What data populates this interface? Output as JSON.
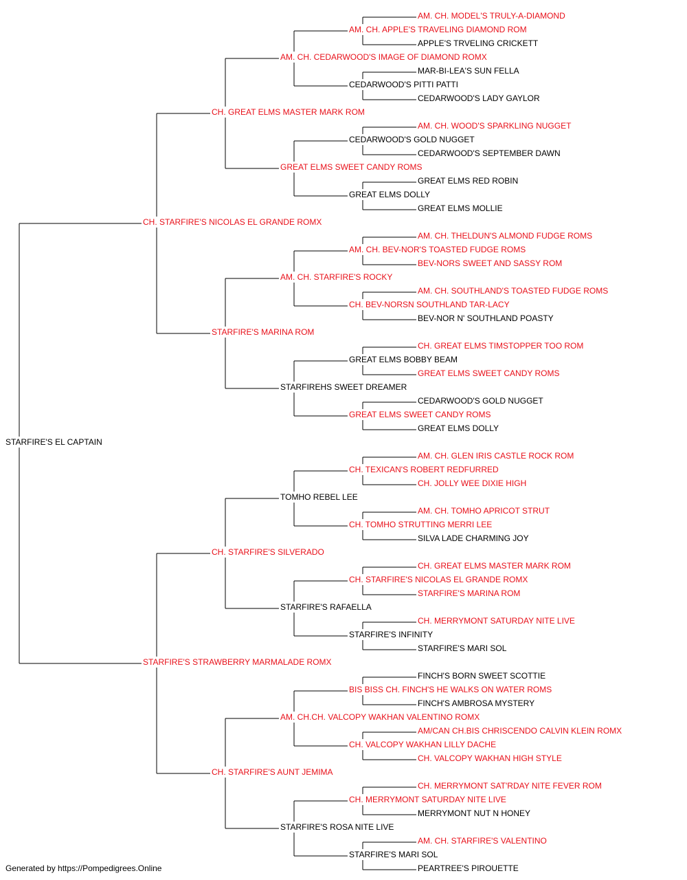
{
  "colors": {
    "titled": "#e8101a",
    "normal": "#000000",
    "line": "#000000",
    "background": "#ffffff"
  },
  "footer": "Generated by https://Pompedigrees.Online",
  "pedigree": {
    "name": "STARFIRE'S EL CAPTAIN",
    "titled": false,
    "sire": {
      "name": "CH. STARFIRE'S NICOLAS EL GRANDE ROMX",
      "titled": true,
      "sire": {
        "name": "CH. GREAT ELMS MASTER MARK ROM",
        "titled": true,
        "sire": {
          "name": "AM. CH. CEDARWOOD'S IMAGE OF DIAMOND ROMX",
          "titled": true,
          "sire": {
            "name": "AM. CH. APPLE'S TRAVELING DIAMOND ROM",
            "titled": true,
            "sire": {
              "name": "AM. CH. MODEL'S TRULY-A-DIAMOND",
              "titled": true
            },
            "dam": {
              "name": "APPLE'S TRVELING CRICKETT",
              "titled": false
            }
          },
          "dam": {
            "name": "CEDARWOOD'S PITTI PATTI",
            "titled": false,
            "sire": {
              "name": "MAR-BI-LEA'S SUN FELLA",
              "titled": false
            },
            "dam": {
              "name": "CEDARWOOD'S LADY GAYLOR",
              "titled": false
            }
          }
        },
        "dam": {
          "name": "GREAT ELMS SWEET CANDY ROMS",
          "titled": true,
          "sire": {
            "name": "CEDARWOOD'S GOLD NUGGET",
            "titled": false,
            "sire": {
              "name": "AM. CH. WOOD'S SPARKLING NUGGET",
              "titled": true
            },
            "dam": {
              "name": "CEDARWOOD'S SEPTEMBER DAWN",
              "titled": false
            }
          },
          "dam": {
            "name": "GREAT ELMS DOLLY",
            "titled": false,
            "sire": {
              "name": "GREAT ELMS RED ROBIN",
              "titled": false
            },
            "dam": {
              "name": "GREAT ELMS MOLLIE",
              "titled": false
            }
          }
        }
      },
      "dam": {
        "name": "STARFIRE'S MARINA ROM",
        "titled": true,
        "sire": {
          "name": "AM. CH. STARFIRE'S ROCKY",
          "titled": true,
          "sire": {
            "name": "AM. CH. BEV-NOR'S TOASTED FUDGE ROMS",
            "titled": true,
            "sire": {
              "name": "AM. CH. THELDUN'S ALMOND FUDGE ROMS",
              "titled": true
            },
            "dam": {
              "name": "BEV-NORS SWEET AND SASSY ROM",
              "titled": true
            }
          },
          "dam": {
            "name": "CH. BEV-NORSN SOUTHLAND TAR-LACY",
            "titled": true,
            "sire": {
              "name": "AM. CH. SOUTHLAND'S TOASTED FUDGE ROMS",
              "titled": true
            },
            "dam": {
              "name": "BEV-NOR N' SOUTHLAND POASTY",
              "titled": false
            }
          }
        },
        "dam": {
          "name": "STARFIREHS SWEET DREAMER",
          "titled": false,
          "sire": {
            "name": "GREAT ELMS BOBBY BEAM",
            "titled": false,
            "sire": {
              "name": "CH. GREAT ELMS TIMSTOPPER TOO ROM",
              "titled": true
            },
            "dam": {
              "name": "GREAT ELMS SWEET CANDY ROMS",
              "titled": true
            }
          },
          "dam": {
            "name": "GREAT ELMS SWEET CANDY ROMS",
            "titled": true,
            "sire": {
              "name": "CEDARWOOD'S GOLD NUGGET",
              "titled": false
            },
            "dam": {
              "name": "GREAT ELMS DOLLY",
              "titled": false
            }
          }
        }
      }
    },
    "dam": {
      "name": "STARFIRE'S STRAWBERRY MARMALADE ROMX",
      "titled": true,
      "sire": {
        "name": "CH. STARFIRE'S SILVERADO",
        "titled": true,
        "sire": {
          "name": "TOMHO REBEL LEE",
          "titled": false,
          "sire": {
            "name": "CH. TEXICAN'S ROBERT REDFURRED",
            "titled": true,
            "sire": {
              "name": "AM. CH. GLEN IRIS CASTLE ROCK ROM",
              "titled": true
            },
            "dam": {
              "name": "CH. JOLLY WEE DIXIE HIGH",
              "titled": true
            }
          },
          "dam": {
            "name": "CH. TOMHO STRUTTING MERRI LEE",
            "titled": true,
            "sire": {
              "name": "AM. CH. TOMHO APRICOT STRUT",
              "titled": true
            },
            "dam": {
              "name": "SILVA LADE CHARMING JOY",
              "titled": false
            }
          }
        },
        "dam": {
          "name": "STARFIRE'S RAFAELLA",
          "titled": false,
          "sire": {
            "name": "CH. STARFIRE'S NICOLAS EL GRANDE ROMX",
            "titled": true,
            "sire": {
              "name": "CH. GREAT ELMS MASTER MARK ROM",
              "titled": true
            },
            "dam": {
              "name": "STARFIRE'S MARINA ROM",
              "titled": true
            }
          },
          "dam": {
            "name": "STARFIRE'S INFINITY",
            "titled": false,
            "sire": {
              "name": "CH. MERRYMONT SATURDAY NITE LIVE",
              "titled": true
            },
            "dam": {
              "name": "STARFIRE'S MARI SOL",
              "titled": false
            }
          }
        }
      },
      "dam": {
        "name": "CH. STARFIRE'S AUNT JEMIMA",
        "titled": true,
        "sire": {
          "name": "AM. CH.CH. VALCOPY WAKHAN VALENTINO ROMX",
          "titled": true,
          "sire": {
            "name": "BIS BISS CH. FINCH'S HE WALKS ON WATER ROMS",
            "titled": true,
            "sire": {
              "name": "FINCH'S BORN SWEET SCOTTIE",
              "titled": false
            },
            "dam": {
              "name": "FINCH'S AMBROSA MYSTERY",
              "titled": false
            }
          },
          "dam": {
            "name": "CH. VALCOPY WAKHAN LILLY DACHE",
            "titled": true,
            "sire": {
              "name": "AM/CAN CH.BIS CHRISCENDO CALVIN KLEIN ROMX",
              "titled": true
            },
            "dam": {
              "name": "CH. VALCOPY WAKHAN HIGH STYLE",
              "titled": true
            }
          }
        },
        "dam": {
          "name": "STARFIRE'S ROSA NITE LIVE",
          "titled": false,
          "sire": {
            "name": "CH. MERRYMONT SATURDAY NITE LIVE",
            "titled": true,
            "sire": {
              "name": "CH. MERRYMONT SAT'RDAY NITE FEVER ROM",
              "titled": true
            },
            "dam": {
              "name": "MERRYMONT NUT N HONEY",
              "titled": false
            }
          },
          "dam": {
            "name": "STARFIRE'S MARI SOL",
            "titled": false,
            "sire": {
              "name": "AM. CH. STARFIRE'S VALENTINO",
              "titled": true
            },
            "dam": {
              "name": "PEARTREE'S PIROUETTE",
              "titled": false
            }
          }
        }
      }
    }
  }
}
